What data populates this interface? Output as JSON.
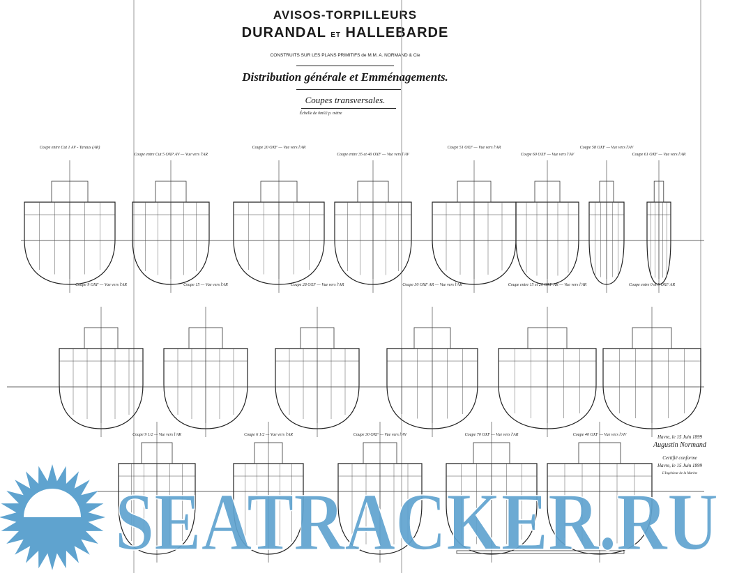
{
  "title": {
    "line1": "AVISOS-TORPILLEURS",
    "line2_a": "DURANDAL",
    "line2_et": "ET",
    "line2_b": "HALLEBARDE",
    "builder": "CONSTRUITS SUR LES PLANS PRIMITIFS de M.M. A. NORMAND & Cie",
    "subtitle": "Distribution générale et Emménagements.",
    "section": "Coupes transversales.",
    "scale": "Échelle de 0m02 p. mètre"
  },
  "sections": {
    "row1": [
      "Coupe entre Cut 1 AV - Taraux (AR)",
      "Coupe entre Cut 5 OXP AV — Vue vers l'AR",
      "Coupe 20 OXF — Vue vers l'AR",
      "Coupe entre 35 et 40 OXF — Vue vers l'AV",
      "Coupe 51 OXF — Vue vers l'AR",
      "Coupe 60 OXF — Vue vers l'AV",
      "Coupe 58 OXF — Vue vers l'AV",
      "Coupe 61 OXF — Vue vers l'AR"
    ],
    "row2": [
      "Coupe 9 OXF — Vue vers l'AR",
      "Coupe 15 — Vue vers l'AR",
      "Coupe 28 OXF — Vue vers l'AR",
      "Coupe 30 OXF AR — Vue vers l'AR",
      "Coupe entre 15 et 20 OXF AR — Vue vers l'AR",
      "Coupe entre 0 et 5 OXF AR"
    ],
    "row3": [
      "Coupe 9 1/2 — Vue vers l'AR",
      "Coupe 6 1/2 — Vue vers l'AR",
      "Coupe 30 OXF — Vue vers l'AV",
      "Coupe 70 OXF — Vue vers l'AR",
      "Coupe 40 OXF — Vue vers l'AV"
    ]
  },
  "signature": {
    "place_date": "Havre, le 15 Juin 1899",
    "name": "Augustin Normand",
    "certified": "Certifié conforme",
    "place_date2": "Havre, le 15 Juin 1899",
    "role": "L'Ingénieur de la Marine"
  },
  "watermark": {
    "text": "SEATRACKER.RU",
    "color": "#5fa3cf"
  },
  "colors": {
    "ink": "#1a1a1a",
    "paper": "#ffffff"
  }
}
